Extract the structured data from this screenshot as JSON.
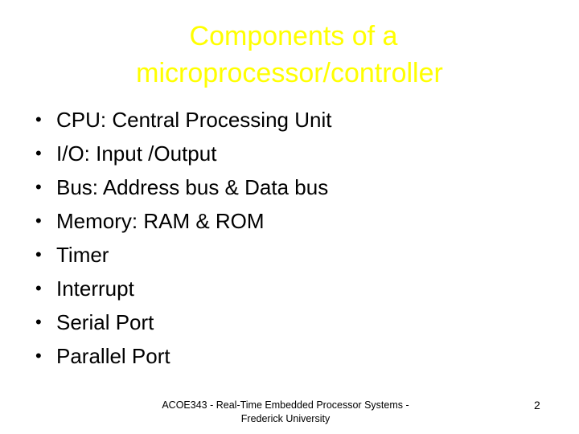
{
  "slide": {
    "title_line_1": "Components of a",
    "title_line_2": "microprocessor/controller",
    "bullet_char": "•",
    "bullets": [
      "CPU: Central Processing Unit",
      "I/O: Input /Output",
      "Bus: Address bus & Data bus",
      "Memory: RAM & ROM",
      "Timer",
      "Interrupt",
      "Serial Port",
      "Parallel Port"
    ],
    "footer_line_1": "ACOE343 - Real-Time Embedded Processor Systems -",
    "footer_line_2": "Frederick University",
    "page_number": "2"
  },
  "colors": {
    "title": "#ffff00",
    "text": "#000000",
    "background": "#ffffff"
  }
}
